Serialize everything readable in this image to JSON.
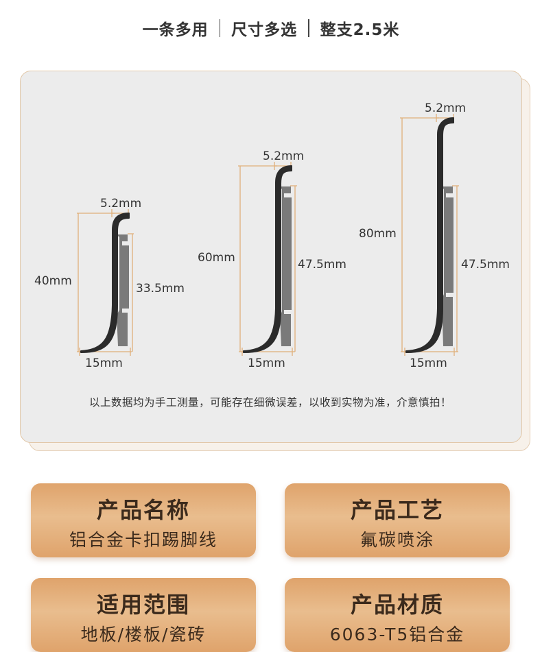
{
  "header": {
    "items": [
      "一条多用",
      "尺寸多选",
      "整支2.5米"
    ]
  },
  "diagram": {
    "profiles": [
      {
        "height_label": "40mm",
        "top_label": "5.2mm",
        "right_label": "33.5mm",
        "bottom_label": "15mm"
      },
      {
        "height_label": "60mm",
        "top_label": "5.2mm",
        "right_label": "47.5mm",
        "bottom_label": "15mm"
      },
      {
        "height_label": "80mm",
        "top_label": "5.2mm",
        "right_label": "47.5mm",
        "bottom_label": "15mm"
      }
    ],
    "note": "以上数据均为手工测量，可能存在细微误差，以收到实物为准，介意慎拍！"
  },
  "cards": [
    {
      "title": "产品名称",
      "value": "铝合金卡扣踢脚线"
    },
    {
      "title": "产品工艺",
      "value": "氟碳喷涂"
    },
    {
      "title": "适用范围",
      "value": "地板/楼板/瓷砖"
    },
    {
      "title": "产品材质",
      "value": "6063-T5铝合金"
    }
  ],
  "colors": {
    "card_gradient": "#dfa36b",
    "dimension_line": "#e0b07a",
    "profile_fill": "#2b2b2b",
    "clip_fill": "#7a7a7a"
  }
}
